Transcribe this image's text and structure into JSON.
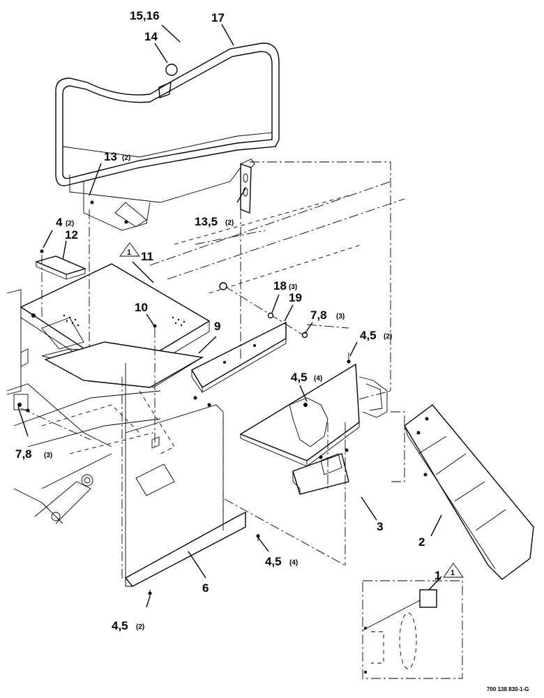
{
  "callouts": [
    {
      "id": "c15",
      "number": "15,16",
      "qty": ""
    },
    {
      "id": "c14",
      "number": "14",
      "qty": ""
    },
    {
      "id": "c17",
      "number": "17",
      "qty": ""
    },
    {
      "id": "c13a",
      "number": "13",
      "qty": "(2)"
    },
    {
      "id": "c13b",
      "number": "13,5",
      "qty": "(2)"
    },
    {
      "id": "c4",
      "number": "4",
      "qty": "(2)"
    },
    {
      "id": "c12",
      "number": "12",
      "qty": ""
    },
    {
      "id": "c11",
      "number": "11",
      "qty": ""
    },
    {
      "id": "c10",
      "number": "10",
      "qty": ""
    },
    {
      "id": "c9",
      "number": "9",
      "qty": ""
    },
    {
      "id": "c18",
      "number": "18",
      "qty": "(3)"
    },
    {
      "id": "c19",
      "number": "19",
      "qty": ""
    },
    {
      "id": "c78a",
      "number": "7,8",
      "qty": "(3)"
    },
    {
      "id": "c45a",
      "number": "4,5",
      "qty": "(2)"
    },
    {
      "id": "c45b",
      "number": "4,5",
      "qty": "(4)"
    },
    {
      "id": "c78b",
      "number": "7,8",
      "qty": "(3)"
    },
    {
      "id": "c3",
      "number": "3",
      "qty": ""
    },
    {
      "id": "c2",
      "number": "2",
      "qty": ""
    },
    {
      "id": "c45c",
      "number": "4,5",
      "qty": "(4)"
    },
    {
      "id": "c6",
      "number": "6",
      "qty": ""
    },
    {
      "id": "c45d",
      "number": "4,5",
      "qty": "(2)"
    },
    {
      "id": "c1",
      "number": "1",
      "qty": ""
    }
  ],
  "revision_flag": "1",
  "drawing_code": "700 138 830-1-G"
}
